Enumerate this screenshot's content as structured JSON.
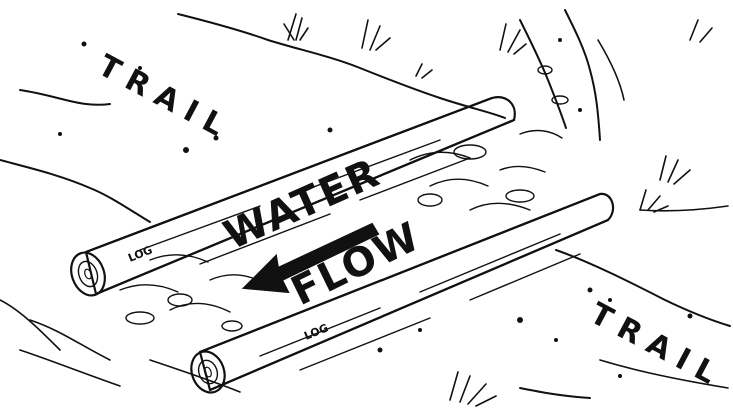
{
  "labels": {
    "trail_top": "TRAIL",
    "trail_bottom": "TRAIL",
    "water": "WATER",
    "flow": "FLOW",
    "log_upper": "LOG",
    "log_lower": "LOG"
  },
  "colors": {
    "ink": "#111111",
    "paper": "#ffffff"
  }
}
